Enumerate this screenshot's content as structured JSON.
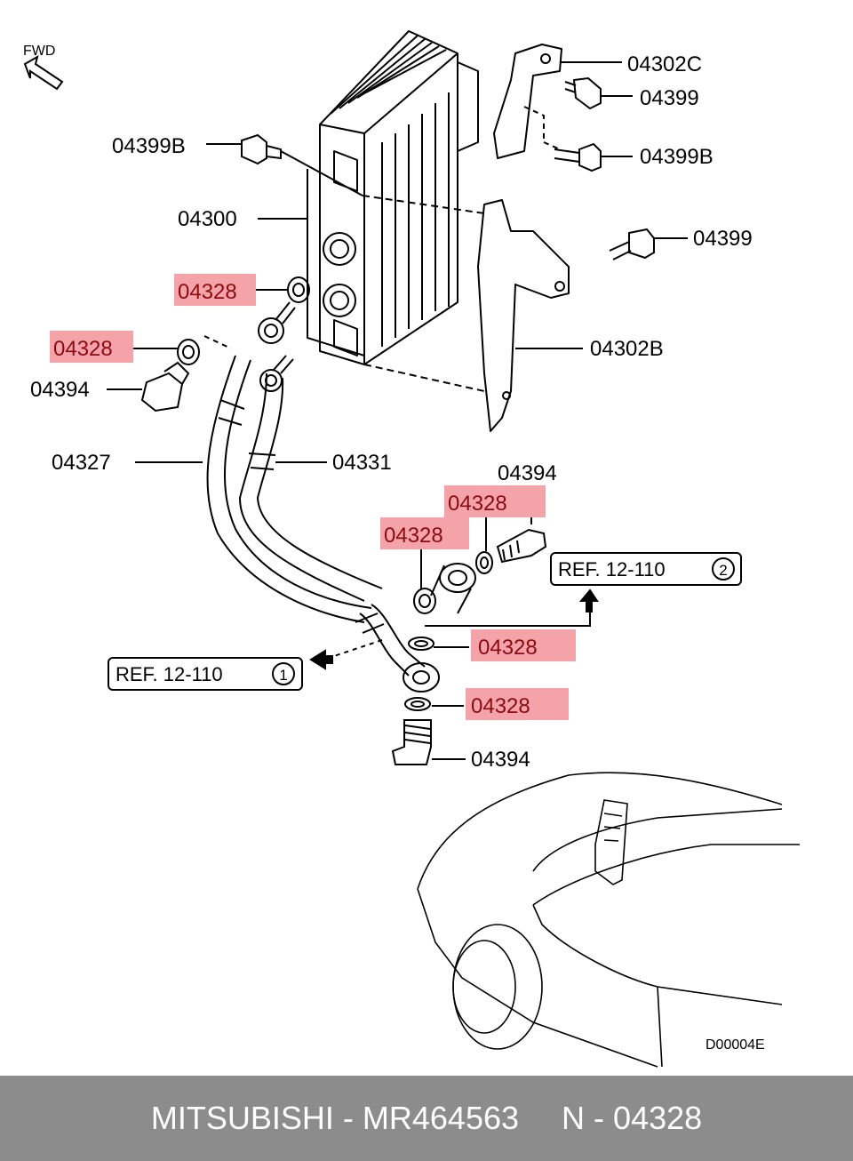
{
  "diagram": {
    "fwd_label": "FWD",
    "diagram_code": "D00004E",
    "callouts": [
      {
        "id": "04302C-top",
        "text": "04302C",
        "highlight": false
      },
      {
        "id": "04399-top",
        "text": "04399",
        "highlight": false
      },
      {
        "id": "04399B-left",
        "text": "04399B",
        "highlight": false
      },
      {
        "id": "04399B-right",
        "text": "04399B",
        "highlight": false
      },
      {
        "id": "04300",
        "text": "04300",
        "highlight": false
      },
      {
        "id": "04399-mid",
        "text": "04399",
        "highlight": false
      },
      {
        "id": "04328-a",
        "text": "04328",
        "highlight": true
      },
      {
        "id": "04328-b",
        "text": "04328",
        "highlight": true
      },
      {
        "id": "04302B",
        "text": "04302B",
        "highlight": false
      },
      {
        "id": "04394-left",
        "text": "04394",
        "highlight": false
      },
      {
        "id": "04327",
        "text": "04327",
        "highlight": false
      },
      {
        "id": "04331",
        "text": "04331",
        "highlight": false
      },
      {
        "id": "04394-right",
        "text": "04394",
        "highlight": false
      },
      {
        "id": "04328-c",
        "text": "04328",
        "highlight": true
      },
      {
        "id": "04328-d",
        "text": "04328",
        "highlight": true
      },
      {
        "id": "04328-e",
        "text": "04328",
        "highlight": true
      },
      {
        "id": "04328-f",
        "text": "04328",
        "highlight": true
      },
      {
        "id": "04394-bottom",
        "text": "04394",
        "highlight": false
      }
    ],
    "references": [
      {
        "id": "ref-2",
        "text": "REF. 12-110",
        "circle": "2"
      },
      {
        "id": "ref-1",
        "text": "REF. 12-110",
        "circle": "1"
      }
    ],
    "colors": {
      "highlight": "#f4a3a8",
      "highlight_text": "#8b0a14",
      "line": "#000000"
    }
  },
  "footer": {
    "brand": "MITSUBISHI",
    "separator": "-",
    "part_number": "MR464563",
    "ref_prefix": "N",
    "ref_number": "04328"
  }
}
